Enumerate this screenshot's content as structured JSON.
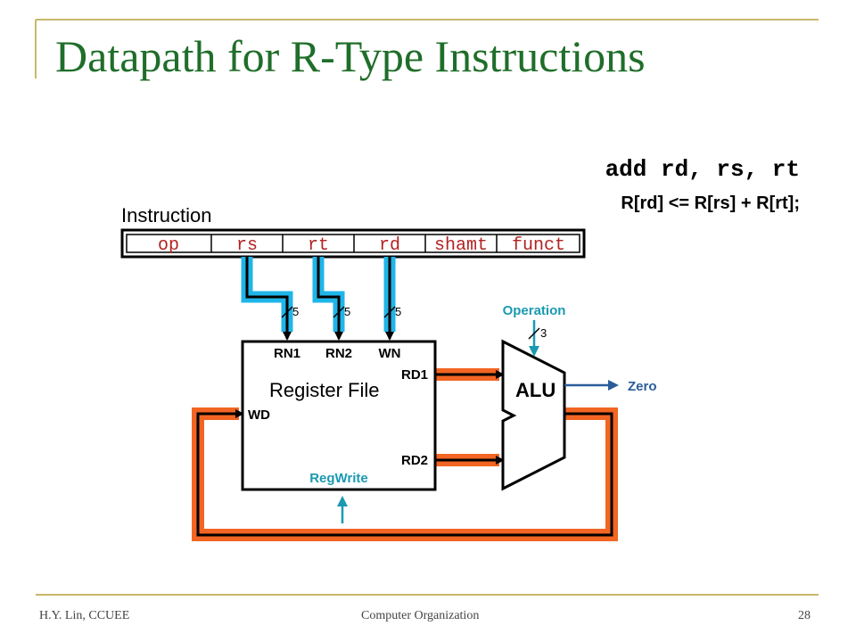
{
  "slide": {
    "title": "Datapath for R-Type Instructions",
    "footer_left": "H.Y. Lin, CCUEE",
    "footer_center": "Computer Organization",
    "page_number": "28"
  },
  "diagram": {
    "instruction_code": "add rd, rs, rt",
    "instruction_semantics": "R[rd] <= R[rs] + R[rt];",
    "instruction_label": "Instruction",
    "fields": [
      "op",
      "rs",
      "rt",
      "rd",
      "shamt",
      "funct"
    ],
    "bus_width_rs": "5",
    "bus_width_rt": "5",
    "bus_width_rd": "5",
    "operation_label": "Operation",
    "operation_width": "3",
    "register_file": {
      "label": "Register File",
      "rn1": "RN1",
      "rn2": "RN2",
      "wn": "WN",
      "rd1": "RD1",
      "rd2": "RD2",
      "wd": "WD",
      "regwrite": "RegWrite"
    },
    "alu_label": "ALU",
    "zero_label": "Zero"
  },
  "colors": {
    "title": "#1f6e2a",
    "frame": "#c8b86a",
    "cyan_bus": "#1fb5e8",
    "orange_bus": "#f26522",
    "control": "#1a9ab0",
    "zero": "#2a5c9a",
    "field_text": "#b22222"
  }
}
